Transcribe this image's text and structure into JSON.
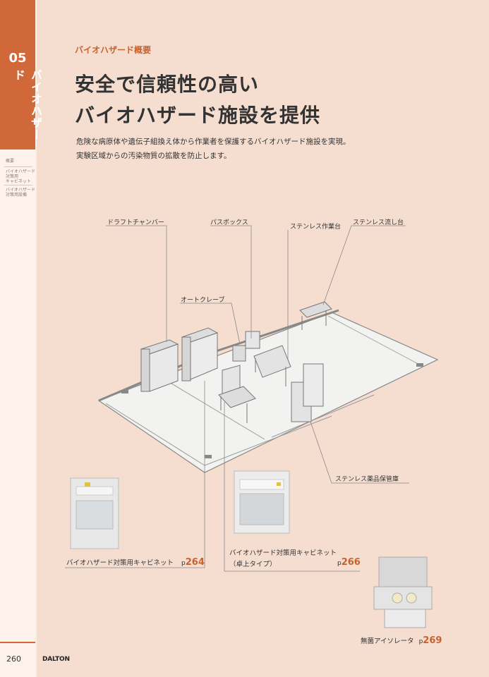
{
  "sidebar": {
    "chapter_number": "05",
    "chapter_title": "バイオハザード",
    "items": [
      {
        "label": "概要"
      },
      {
        "label": "バイオハザード\n対策用\nキャビネット"
      },
      {
        "label": "バイオハザード\n対策用設備"
      }
    ]
  },
  "page_number": "260",
  "brand": "DALTON",
  "kicker": "バイオハザード概要",
  "headline": {
    "line1": "安全で信頼性の高い",
    "line2": "バイオハザード施設を提供"
  },
  "lead": {
    "line1": "危険な病原体や遺伝子組換え体から作業者を保護するバイオハザード施設を実現。",
    "line2": "実験区域からの汚染物質の拡散を防止します。"
  },
  "callouts": {
    "draft_chamber": "ドラフトチャンバー",
    "pass_box": "パスボックス",
    "stainless_workbench": "ステンレス作業台",
    "stainless_sink": "ステンレス流し台",
    "autoclave": "オートクレーブ",
    "chemical_storage": "ステンレス薬品保管庫"
  },
  "products": [
    {
      "name": "バイオハザード対策用キャビネット",
      "p": "p",
      "page": "264"
    },
    {
      "name_line1": "バイオハザード対策用キャビネット",
      "name_line2": "（卓上タイプ）",
      "p": "p",
      "page": "266"
    },
    {
      "name": "無菌アイソレータ",
      "p": "p",
      "page": "269"
    }
  ]
}
